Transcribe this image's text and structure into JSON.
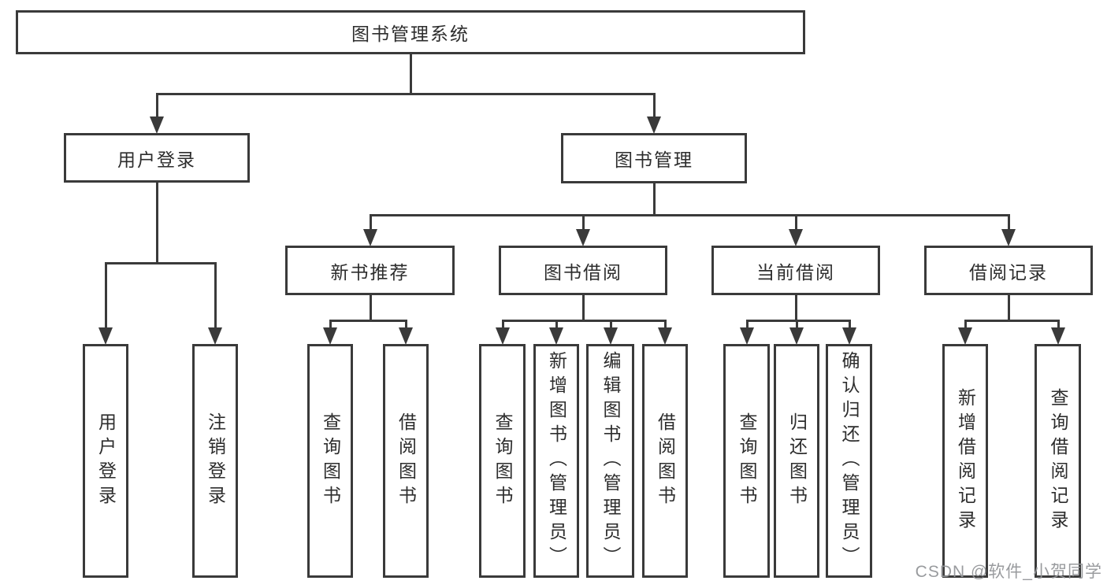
{
  "diagram": {
    "title": "图书管理系统",
    "colors": {
      "line": "#3a3a3a",
      "text": "#2d2d2d",
      "background": "#ffffff",
      "watermark": "#949699"
    },
    "nodes": [
      {
        "id": "root",
        "label": "图书管理系统",
        "level": 0
      },
      {
        "id": "user-login",
        "label": "用户登录",
        "level": 1
      },
      {
        "id": "book-mgmt",
        "label": "图书管理",
        "level": 1
      },
      {
        "id": "new-books",
        "label": "新书推荐",
        "level": 2
      },
      {
        "id": "book-borrow",
        "label": "图书借阅",
        "level": 2
      },
      {
        "id": "current-borrow",
        "label": "当前借阅",
        "level": 2
      },
      {
        "id": "borrow-history",
        "label": "借阅记录",
        "level": 2
      },
      {
        "id": "leaf-login",
        "label": "用户登录",
        "level": 3
      },
      {
        "id": "leaf-logout",
        "label": "注销登录",
        "level": 3
      },
      {
        "id": "leaf-new-query",
        "label": "查询图书",
        "level": 3
      },
      {
        "id": "leaf-new-borrow",
        "label": "借阅图书",
        "level": 3
      },
      {
        "id": "leaf-bb-query",
        "label": "查询图书",
        "level": 3
      },
      {
        "id": "leaf-bb-add",
        "label": "新增图书（管理员）",
        "level": 3
      },
      {
        "id": "leaf-bb-edit",
        "label": "编辑图书（管理员）",
        "level": 3
      },
      {
        "id": "leaf-bb-borrow",
        "label": "借阅图书",
        "level": 3
      },
      {
        "id": "leaf-cb-query",
        "label": "查询图书",
        "level": 3
      },
      {
        "id": "leaf-cb-return",
        "label": "归还图书",
        "level": 3
      },
      {
        "id": "leaf-cb-confirm",
        "label": "确认归还（管理员）",
        "level": 3
      },
      {
        "id": "leaf-bh-add",
        "label": "新增借阅记录",
        "level": 3
      },
      {
        "id": "leaf-bh-query",
        "label": "查询借阅记录",
        "level": 3
      }
    ],
    "edges": [
      {
        "from": "root",
        "to": [
          "user-login",
          "book-mgmt"
        ]
      },
      {
        "from": "user-login",
        "to": [
          "leaf-login",
          "leaf-logout"
        ]
      },
      {
        "from": "book-mgmt",
        "to": [
          "new-books",
          "book-borrow",
          "current-borrow",
          "borrow-history"
        ]
      },
      {
        "from": "new-books",
        "to": [
          "leaf-new-query",
          "leaf-new-borrow"
        ]
      },
      {
        "from": "book-borrow",
        "to": [
          "leaf-bb-query",
          "leaf-bb-add",
          "leaf-bb-edit",
          "leaf-bb-borrow"
        ]
      },
      {
        "from": "current-borrow",
        "to": [
          "leaf-cb-query",
          "leaf-cb-return",
          "leaf-cb-confirm"
        ]
      },
      {
        "from": "borrow-history",
        "to": [
          "leaf-bh-add",
          "leaf-bh-query"
        ]
      }
    ],
    "watermark": "CSDN @软件_小贺同学"
  }
}
